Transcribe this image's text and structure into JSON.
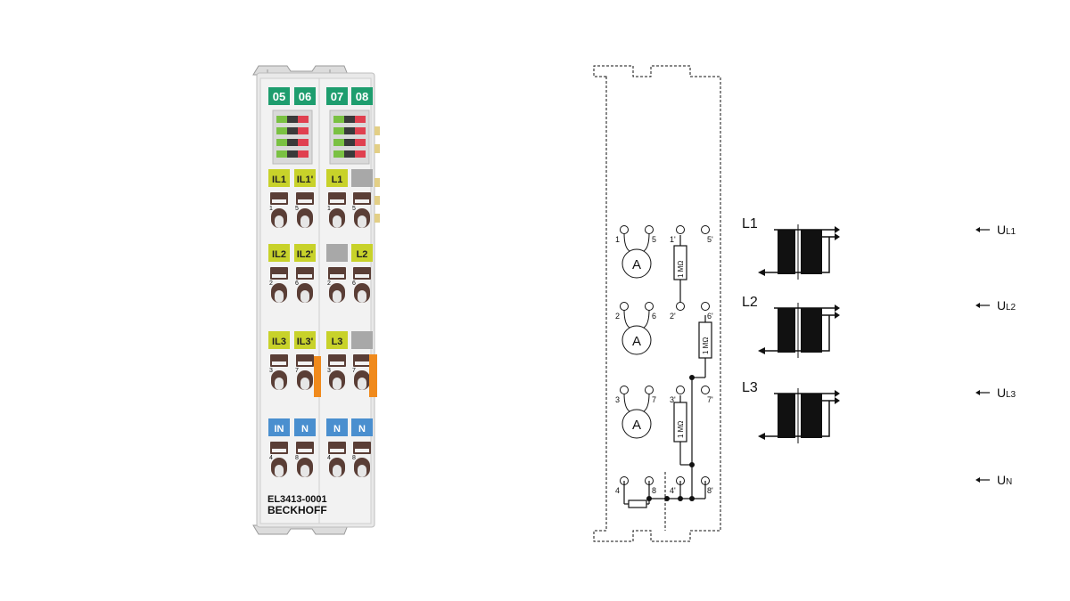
{
  "terminal": {
    "channels": [
      "05",
      "06",
      "07",
      "08"
    ],
    "labels": [
      [
        "IL1",
        "IL1'",
        "L1",
        ""
      ],
      [
        "IL2",
        "IL2'",
        "",
        "L2"
      ],
      [
        "IL3",
        "IL3'",
        "L3",
        ""
      ],
      [
        "IN",
        "N",
        "N",
        "N"
      ]
    ],
    "contact_numbers": [
      [
        "1",
        "5",
        "1",
        "5"
      ],
      [
        "2",
        "6",
        "2",
        "6"
      ],
      [
        "3",
        "7",
        "3",
        "7"
      ],
      [
        "4",
        "8",
        "4",
        "8"
      ]
    ],
    "model": "EL3413-0001",
    "brand": "BECKHOFF"
  },
  "schematic": {
    "point_labels": [
      [
        "1",
        "5",
        "1'",
        "5'"
      ],
      [
        "2",
        "6",
        "2'",
        "6'"
      ],
      [
        "3",
        "7",
        "3'",
        "7'"
      ],
      [
        "4",
        "8",
        "4'",
        "8'"
      ]
    ],
    "ammeter_symbol": "A",
    "resistor_label": "1 MΩ",
    "phases": [
      "L1",
      "L2",
      "L3"
    ],
    "voltages": [
      {
        "main": "U",
        "sub": "L1"
      },
      {
        "main": "U",
        "sub": "L2"
      },
      {
        "main": "U",
        "sub": "L3"
      },
      {
        "main": "U",
        "sub": "N"
      }
    ]
  },
  "colors": {
    "channel_green": "#1e9d6e",
    "label_yellow": "#c8d22a",
    "label_blue": "#4a8fcf",
    "label_grey": "#a8a8a8",
    "contact_brown": "#5a3e36",
    "led_green": "#7ac142",
    "led_red": "#e0404f",
    "accent_orange": "#f08a1c",
    "housing": "#e9e9e9",
    "line": "#111111"
  }
}
